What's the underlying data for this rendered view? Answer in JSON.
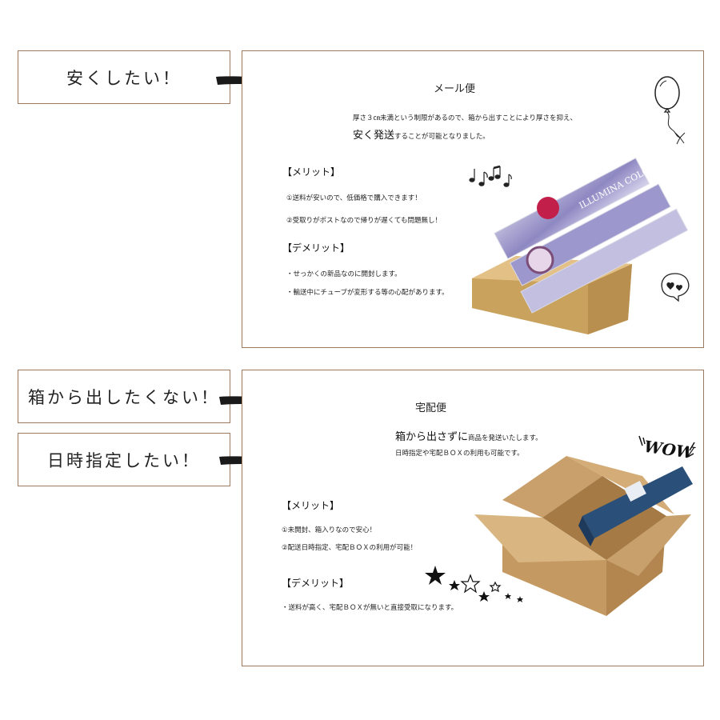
{
  "section1": {
    "label": "安くしたい！",
    "title": "メール便",
    "desc_line1": "厚さ３㎝未満という制限があるので、箱から出すことにより厚さを抑え、",
    "desc_line2_em": "安く発送",
    "desc_line2_rest": "することが可能となりました。",
    "merit_heading": "【メリット】",
    "merits": [
      "①送料が安いので、低価格で購入できます！",
      "②受取りがポストなので帰りが遅くても問題無し！"
    ],
    "demerit_heading": "【デメリット】",
    "demerits": [
      "・せっかくの新品なのに開封します。",
      "・輸送中にチューブが変形する等の心配があります。"
    ],
    "tube_brand": "ILLUMINA COLOR"
  },
  "section2": {
    "labels": [
      "箱から出したくない！",
      "日時指定したい！"
    ],
    "title": "宅配便",
    "desc_line1_em": "箱から出さずに",
    "desc_line1_rest": "商品を発送いたします。",
    "desc_line2": "日時指定や宅配ＢＯＸの利用も可能です。",
    "merit_heading": "【メリット】",
    "merits": [
      "①未開封、箱入りなので安心！",
      "②配送日時指定、宅配ＢＯＸの利用が可能！"
    ],
    "demerit_heading": "【デメリット】",
    "demerits": [
      "・送料が高く、宅配ＢＯＸが無いと直接受取になります。"
    ],
    "wow": "WOW"
  },
  "colors": {
    "border": "#9a7b62",
    "cardboard": "#c9a06b",
    "tube_blue": "#2a4f78"
  }
}
